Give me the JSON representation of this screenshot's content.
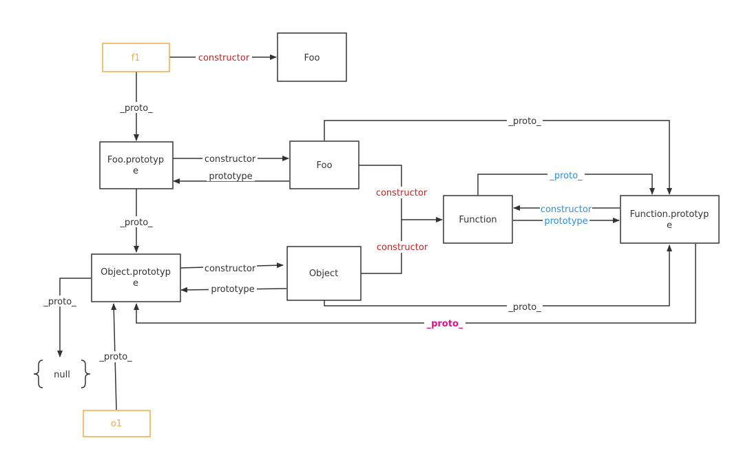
{
  "colors": {
    "instance": "#f0a94a",
    "constructor_link": "#cc1f1f",
    "function_proto_link": "#2b8fe0",
    "function_prototype_proto_link": "#e0108a",
    "default": "#333333"
  },
  "nodes": {
    "f1": "f1",
    "foo_top": "Foo",
    "foo_prototype": {
      "line1": "Foo.prototyp",
      "line2": "e"
    },
    "foo": "Foo",
    "function": "Function",
    "function_prototype": {
      "line1": "Function.prototyp",
      "line2": "e"
    },
    "object_prototype": {
      "line1": "Object.prototyp",
      "line2": "e"
    },
    "object": "Object",
    "null": "null",
    "o1": "o1"
  },
  "edges": {
    "f1_constructor": "constructor",
    "f1_proto": "_proto_",
    "foo_proto": "_proto_",
    "fooproto_constructor": "constructor",
    "foo_prototype": "prototype",
    "foo_constructor": "constructor",
    "object_constructor": "constructor",
    "function_proto": "_proto_",
    "funcproto_constructor": "constructor",
    "function_prototype": "prototype",
    "fooproto_proto": "_proto_",
    "objproto_constructor": "constructor",
    "object_prototype": "prototype",
    "objproto_proto": "_proto_",
    "object_proto": "_proto_",
    "funcproto_proto": "_proto_",
    "o1_proto": "_proto_"
  }
}
